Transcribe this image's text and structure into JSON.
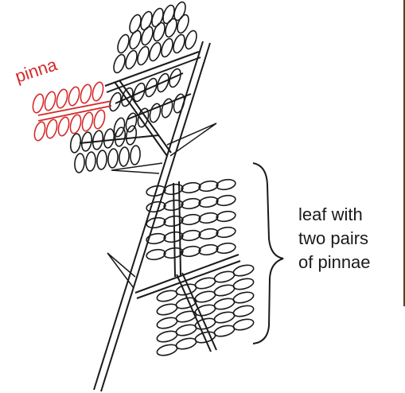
{
  "labels": {
    "pinna": "pinna",
    "leaf_line1": "leaf with",
    "leaf_line2": "two pairs",
    "leaf_line3": "of pinnae"
  },
  "colors": {
    "ink": "#1a1a1a",
    "highlight": "#d42a2a",
    "edge_bar": "#4a4a1a"
  }
}
